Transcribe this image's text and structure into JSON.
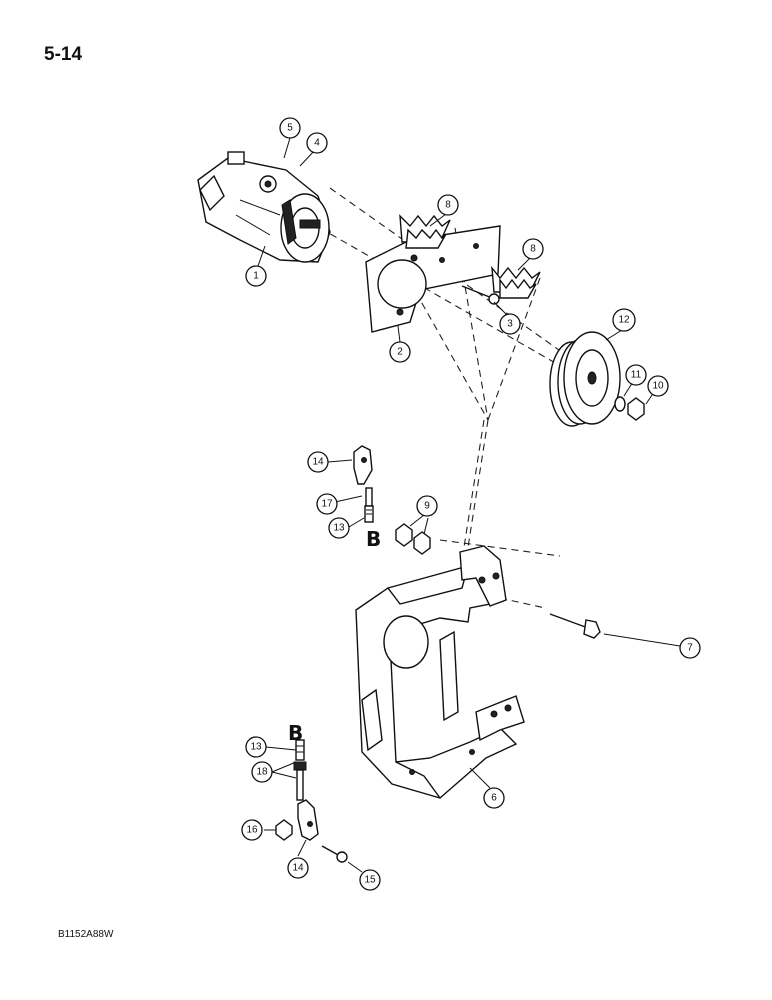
{
  "page": {
    "page_number": "5-14",
    "figure_code": "B1152A88W"
  },
  "reference_letters": [
    "B",
    "B"
  ],
  "callouts": [
    {
      "id": "c1",
      "label": "1"
    },
    {
      "id": "c2",
      "label": "2"
    },
    {
      "id": "c3",
      "label": "3"
    },
    {
      "id": "c4",
      "label": "4"
    },
    {
      "id": "c5",
      "label": "5"
    },
    {
      "id": "c6",
      "label": "6"
    },
    {
      "id": "c7",
      "label": "7"
    },
    {
      "id": "c8a",
      "label": "8"
    },
    {
      "id": "c8b",
      "label": "8"
    },
    {
      "id": "c9",
      "label": "9"
    },
    {
      "id": "c10",
      "label": "10"
    },
    {
      "id": "c11",
      "label": "11"
    },
    {
      "id": "c12",
      "label": "12"
    },
    {
      "id": "c13a",
      "label": "13"
    },
    {
      "id": "c13b",
      "label": "13"
    },
    {
      "id": "c14a",
      "label": "14"
    },
    {
      "id": "c14b",
      "label": "14"
    },
    {
      "id": "c15",
      "label": "15"
    },
    {
      "id": "c16",
      "label": "16"
    },
    {
      "id": "c17",
      "label": "17"
    },
    {
      "id": "c18",
      "label": "18"
    }
  ]
}
